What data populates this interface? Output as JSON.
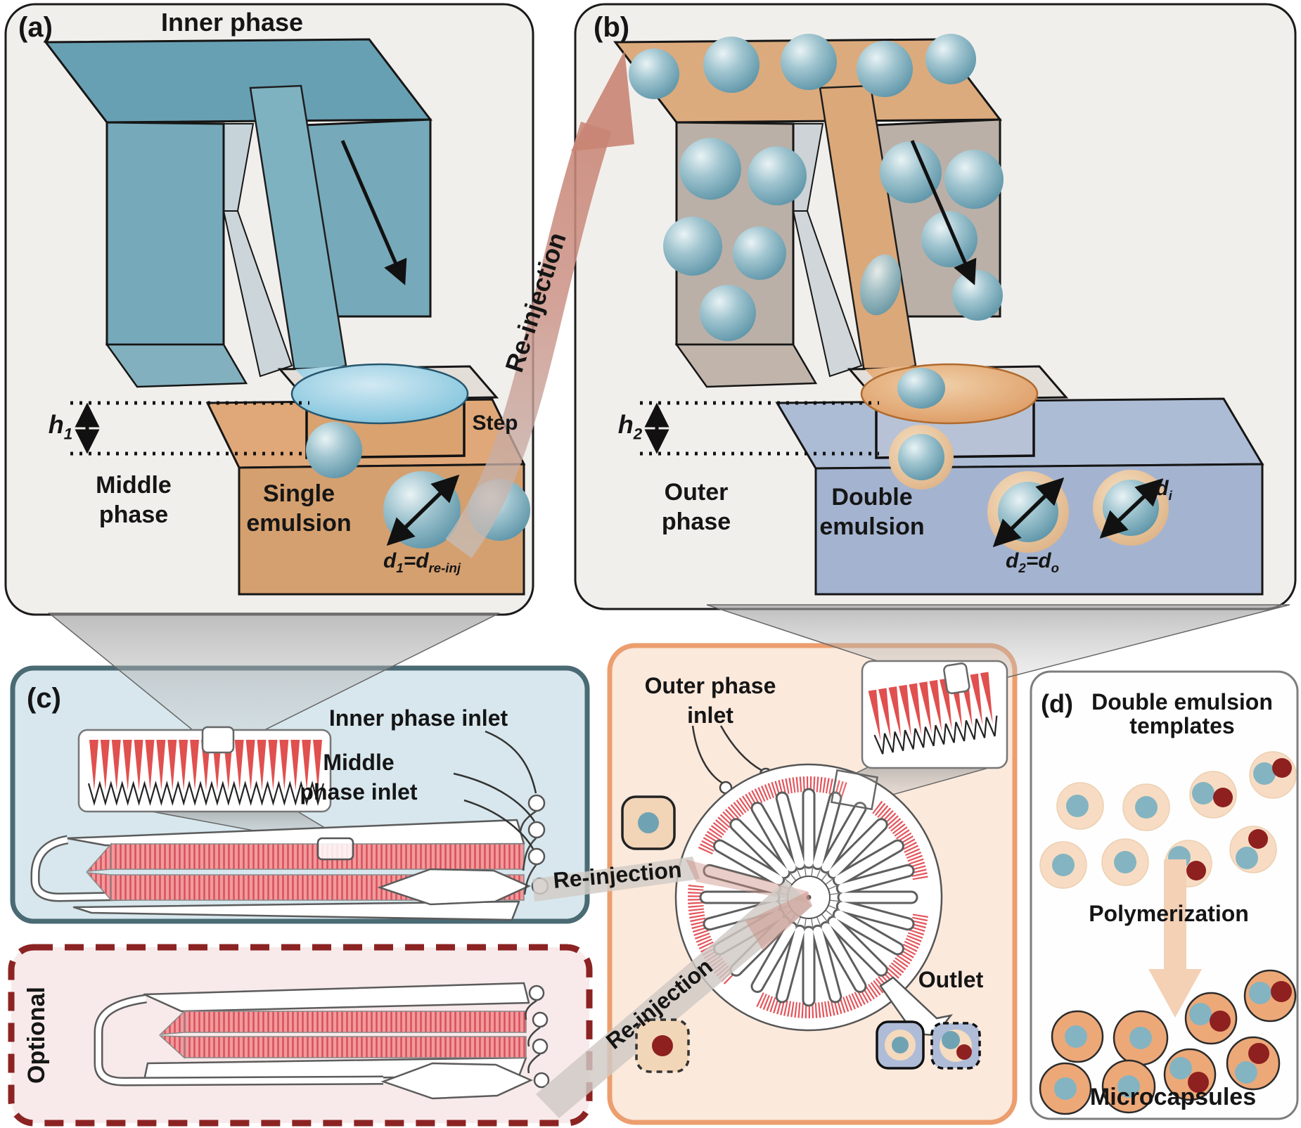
{
  "panel_a": {
    "tag": "(a)",
    "title": "Inner phase",
    "middle_phase_l1": "Middle",
    "middle_phase_l2": "phase",
    "single_l1": "Single",
    "single_l2": "emulsion",
    "step": "Step",
    "h_base": "h",
    "h_sub": "1",
    "d_base1": "d",
    "d_sub1": "1",
    "d_eq": "=",
    "d_base2": "d",
    "d_sub2": "re-inj"
  },
  "panel_b": {
    "tag": "(b)",
    "outer_l1": "Outer",
    "outer_l2": "phase",
    "double_l1": "Double",
    "double_l2": "emulsion",
    "h_base": "h",
    "h_sub": "2",
    "d_base1": "d",
    "d_sub1": "2",
    "d_eq": "=",
    "d_base2": "d",
    "d_sub2": "o",
    "di_base": "d",
    "di_sub": "i"
  },
  "reinjection_arrow_label": "Re-injection",
  "panel_c": {
    "tag": "(c)",
    "inner_inlet": "Inner phase inlet",
    "middle_inlet_l1": "Middle",
    "middle_inlet_l2": "phase inlet",
    "optional": "Optional"
  },
  "panel_mid": {
    "outer_inlet_l1": "Outer phase",
    "outer_inlet_l2": "inlet",
    "reinjection1": "Re-injection",
    "reinjection2": "Re-injection",
    "outlet": "Outlet"
  },
  "panel_d": {
    "tag": "(d)",
    "title": "Double emulsion templates",
    "polymerization": "Polymerization",
    "microcapsules": "Microcapsules"
  },
  "colors": {
    "inner_phase_teal": "#68a0b3",
    "middle_phase_tan": "#e0a878",
    "outer_phase_blue": "#adbcd5",
    "droplet_teal": "#8fbac6",
    "nozzle_red": "#e0504f",
    "reinjection_pink": "#cb9185",
    "template_shell_peach": "#f7dcc3",
    "capsule_orange": "#eda878",
    "core_teal": "#84b4c1",
    "core_dark_red": "#8e2020",
    "panel_c_blue": "#d7e7ed",
    "panel_mid_peach": "#fbe9dc",
    "optional_border_red": "#8c2323"
  }
}
